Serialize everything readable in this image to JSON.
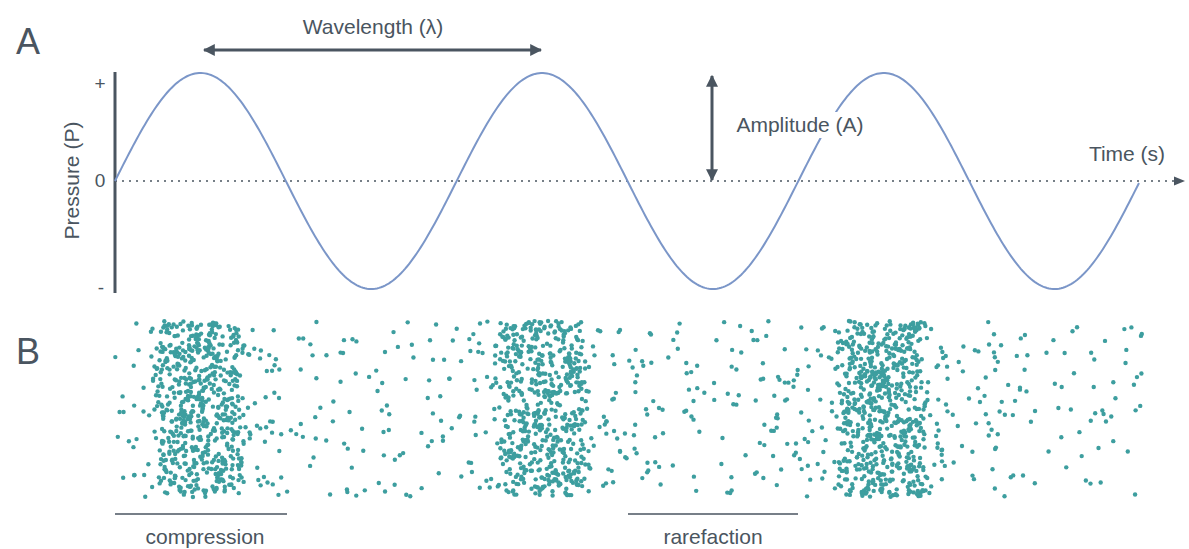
{
  "diagram": {
    "labels": [
      "A",
      "Wavelength (λ)",
      "+",
      "Pressure (P)",
      "Amplitude (A)",
      "Time (s)",
      "0",
      "-",
      "B",
      "compression",
      "rarefaction"
    ]
  }
}
